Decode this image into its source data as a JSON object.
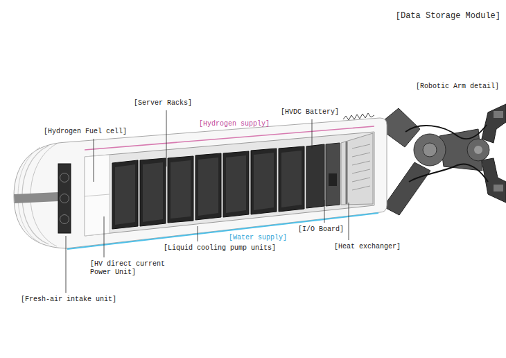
{
  "diagram": {
    "title": "[Data Storage Module]",
    "labels": [
      "[Robotic Arm detail]",
      "[Server Racks]",
      "[HVDC Battery]",
      "[Hydrogen supply]",
      "[Hydrogen Fuel cell]",
      "[I/O Board]",
      "[Water supply]",
      "[Liquid cooling pump units]",
      "[Heat exchanger]",
      "[HV direct current Power Unit]",
      "[Fresh-air intake unit]"
    ]
  }
}
